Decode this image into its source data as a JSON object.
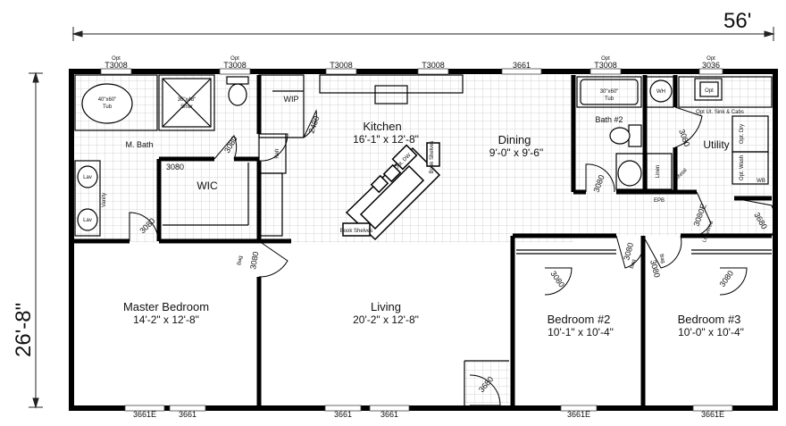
{
  "dimensions": {
    "width": "56'",
    "depth": "26'-8\""
  },
  "rooms": {
    "master_bath": "M. Bath",
    "wic": "WIC",
    "wip": "WIP",
    "kitchen": "Kitchen",
    "kitchen_size": "16'-1\" x 12'-8\"",
    "dining": "Dining",
    "dining_size": "9'-0\" x 9'-6\"",
    "bath2": "Bath #2",
    "utility": "Utility",
    "master_bedroom": "Master Bedroom",
    "master_bedroom_size": "14'-2\" x 12'-8\"",
    "living": "Living",
    "living_size": "20'-2\" x 12'-8\"",
    "bedroom2": "Bedroom #2",
    "bedroom2_size": "10'-1\" x 10'-4\"",
    "bedroom3": "Bedroom #3",
    "bedroom3_size": "10'-0\" x 10'-4\""
  },
  "top_windows": {
    "opt": "Opt",
    "w1": "T3008",
    "w2": "T3008",
    "w3": "T3008",
    "w4": "T3008",
    "w5": "3661",
    "w6": "T3008",
    "w7": "3036"
  },
  "bottom_windows": {
    "w1": "3661E",
    "w2": "3661",
    "w3": "3661",
    "w4": "3661",
    "w5": "3661E",
    "w6": "3661E"
  },
  "doors": {
    "d3080": "3080",
    "d2480": "2480",
    "d3680": "3680",
    "d3080e": "3080E"
  },
  "fixtures": {
    "tub_master": "40\"x60\"",
    "tub": "Tub",
    "shower_size": "36\"x48\"",
    "shower": "Shwr",
    "tub_bath2": "30\"x60\"",
    "wh": "WH",
    "opt": "Opt",
    "opt_ut_sink": "Opt Ut. Sink & Cabs",
    "opt_dry": "Opt. Dry",
    "opt_wash": "Opt. Wash",
    "wb": "WB",
    "refr": "Refr",
    "opt_dw": "Opt. DW",
    "book_shelves": "Book Shelves",
    "linen": "Linen",
    "metal": "Metal",
    "louvered": "Louvered",
    "epb": "EPB",
    "bag": "Bag",
    "vanity": "Vanity",
    "lav": "Lav"
  }
}
